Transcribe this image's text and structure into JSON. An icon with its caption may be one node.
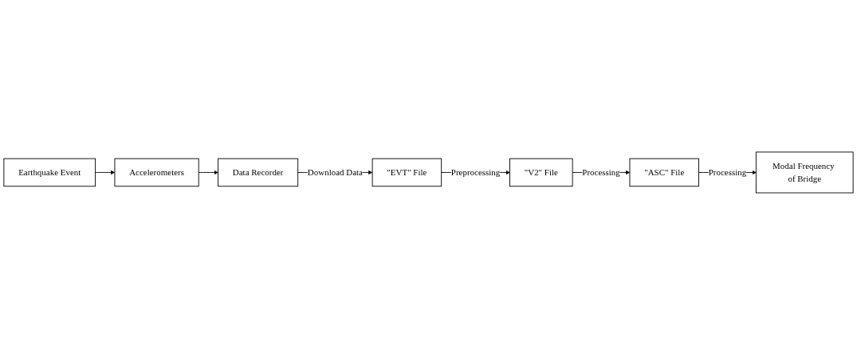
{
  "diagram": {
    "nodes": [
      {
        "text": [
          "Earthquake Event"
        ]
      },
      {
        "text": [
          "Accelerometers"
        ]
      },
      {
        "text": [
          "Data Recorder"
        ]
      },
      {
        "text": [
          "\"EVT\" File"
        ]
      },
      {
        "text": [
          "\"V2\" File"
        ]
      },
      {
        "text": [
          "\"ASC\" File"
        ]
      },
      {
        "text": [
          "Modal Frequency of Bridge"
        ]
      }
    ],
    "edges": [
      {
        "from": 0,
        "to": 1,
        "arrow": "to"
      },
      {
        "from": 1,
        "to": 2,
        "arrow": "to"
      },
      {
        "from": 2,
        "to": 3,
        "arrow": "to",
        "label": "Download Data"
      },
      {
        "from": 3,
        "to": 4,
        "arrow": "to",
        "label": "Preprocessing"
      },
      {
        "from": 4,
        "to": 5,
        "arrow": "to",
        "label": "Processing"
      },
      {
        "from": 5,
        "to": 6,
        "arrow": "to",
        "label": "Processing"
      }
    ]
  }
}
